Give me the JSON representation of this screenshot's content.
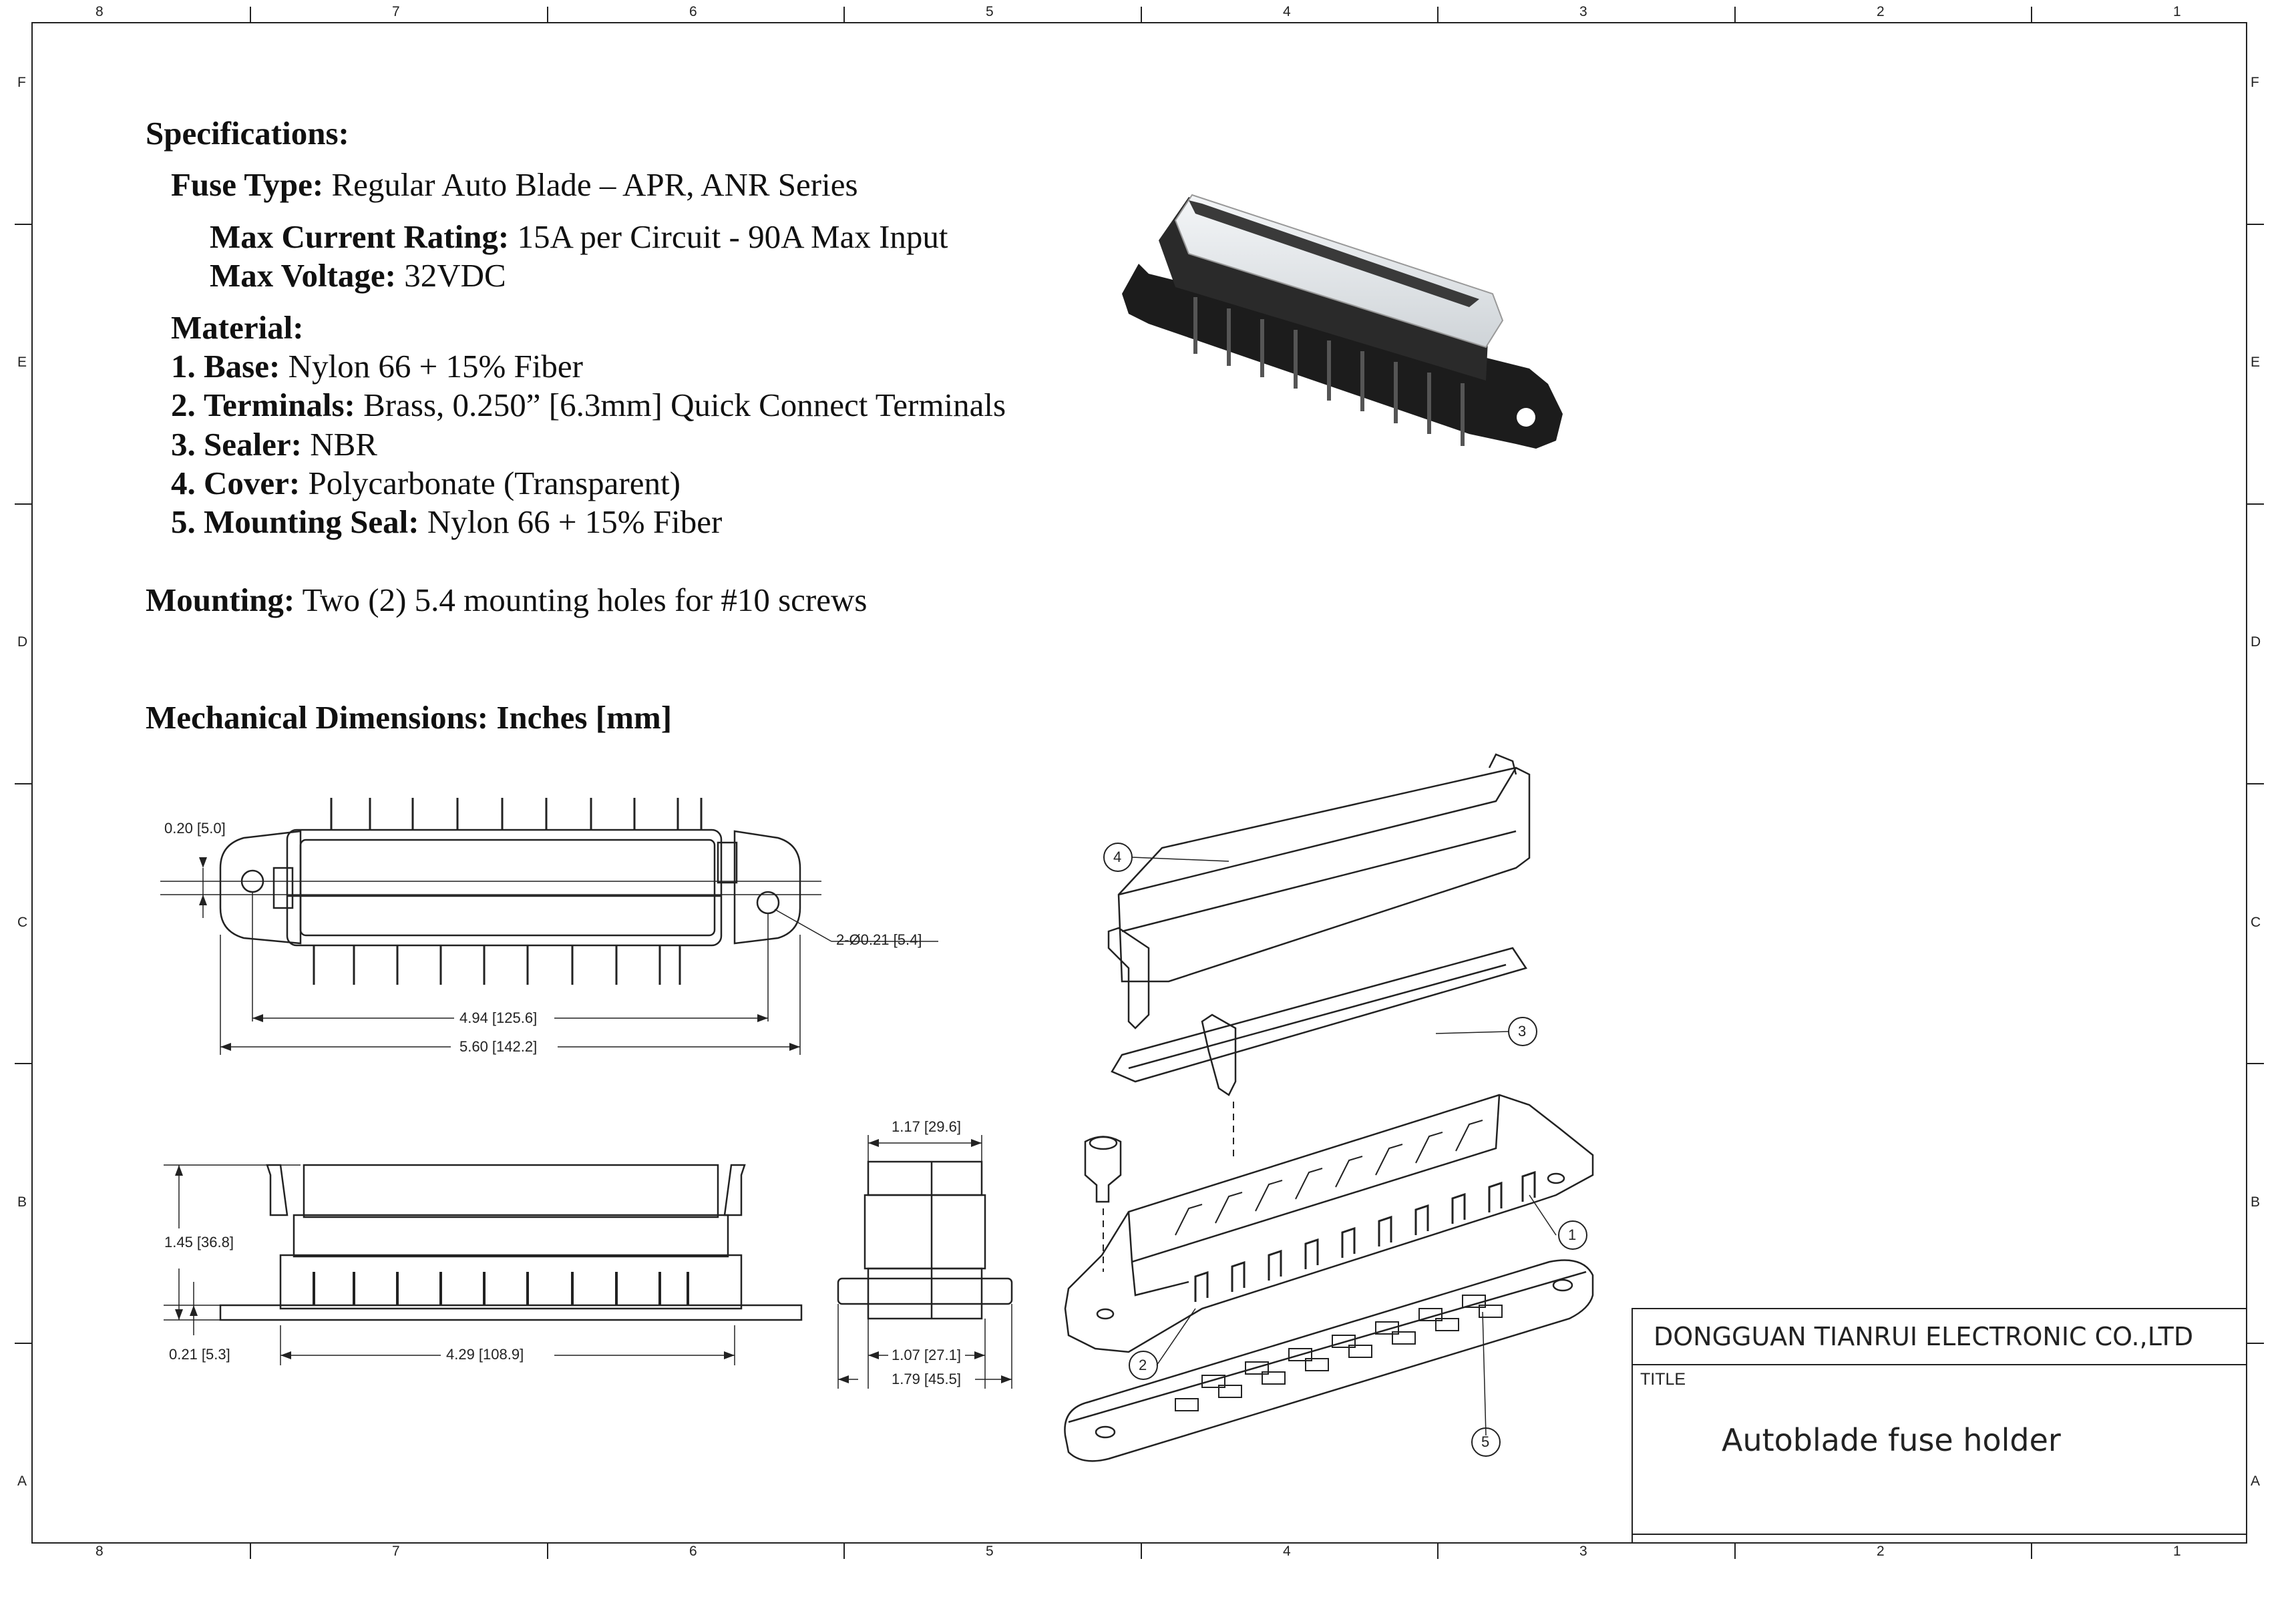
{
  "border": {
    "top_numbers": [
      "8",
      "7",
      "6",
      "5",
      "4",
      "3",
      "2",
      "1"
    ],
    "bottom_numbers": [
      "8",
      "7",
      "6",
      "5",
      "4",
      "3",
      "2",
      "1"
    ],
    "left_letters": [
      "F",
      "E",
      "D",
      "C",
      "B",
      "A"
    ],
    "right_letters": [
      "F",
      "E",
      "D",
      "C",
      "B",
      "A"
    ]
  },
  "specs": {
    "heading": "Specifications:",
    "fuse_type_label": "Fuse Type:",
    "fuse_type_value": "Regular Auto Blade – APR, ANR Series",
    "max_current_label": "Max Current Rating:",
    "max_current_value": "15A per Circuit - 90A Max Input",
    "max_voltage_label": "Max Voltage:",
    "max_voltage_value": "32VDC",
    "material_heading": "Material:",
    "materials": [
      {
        "num": "1.",
        "label": "Base:",
        "value": "Nylon 66 + 15% Fiber"
      },
      {
        "num": "2.",
        "label": "Terminals:",
        "value": "Brass, 0.250” [6.3mm] Quick Connect Terminals"
      },
      {
        "num": "3.",
        "label": "Sealer:",
        "value": "NBR"
      },
      {
        "num": "4.",
        "label": "Cover:",
        "value": "Polycarbonate (Transparent)"
      },
      {
        "num": "5.",
        "label": "Mounting Seal:",
        "value": "Nylon 66 + 15% Fiber"
      }
    ],
    "mounting_label": "Mounting:",
    "mounting_value": "Two (2) 5.4 mounting holes for #10 screws",
    "mech_heading": "Mechanical Dimensions:  Inches [mm]"
  },
  "dimensions": {
    "top_view": {
      "thickness": "0.20 [5.0]",
      "holes": "2-Ø0.21 [5.4]",
      "hole_spacing": "4.94 [125.6]",
      "overall_length": "5.60 [142.2]"
    },
    "side_view": {
      "height": "1.45 [36.8]",
      "flange": "0.21 [5.3]",
      "body_length": "4.29 [108.9]"
    },
    "end_view": {
      "top_width": "1.17 [29.6]",
      "body_width": "1.07 [27.1]",
      "overall_width": "1.79 [45.5]"
    }
  },
  "callouts": [
    "4",
    "3",
    "1",
    "2",
    "5"
  ],
  "title_block": {
    "company": "DONGGUAN TIANRUI ELECTRONIC CO.,LTD",
    "title_label": "TITLE",
    "title": "Autoblade fuse holder"
  }
}
